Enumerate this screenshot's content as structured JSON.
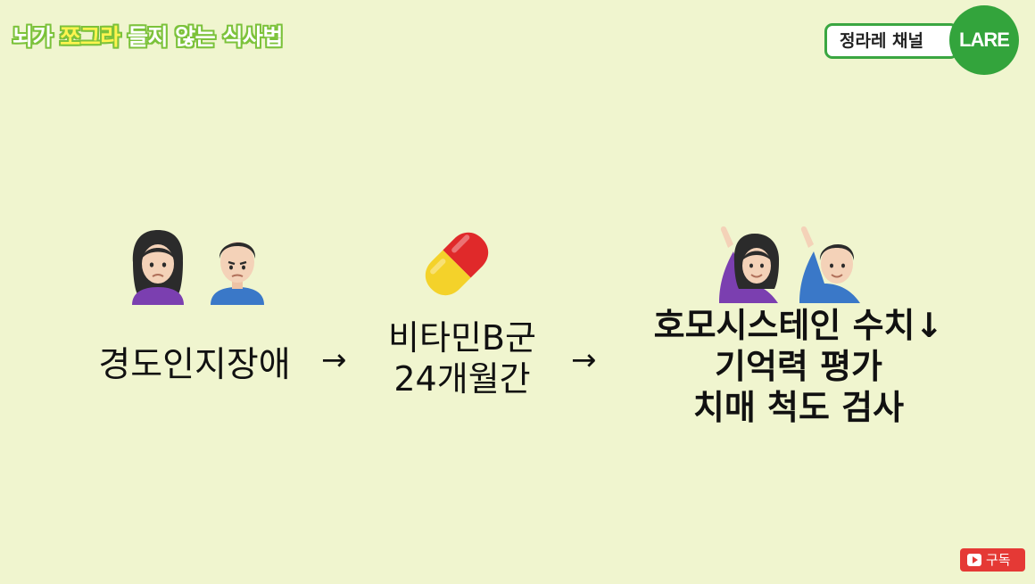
{
  "header": {
    "title_part1": "뇌가 ",
    "title_highlight": "쪼그라",
    "title_part2": " 들지 않는 식사법",
    "channel_name": "정라레 채널",
    "logo_text": "LARE"
  },
  "flow": {
    "step1": {
      "label": "경도인지장애",
      "icons": [
        "woman-frowning-icon",
        "man-frowning-icon"
      ]
    },
    "arrow1": "→",
    "step2": {
      "line1": "비타민B군",
      "line2": "24개월간",
      "icons": [
        "pill-capsule-icon"
      ]
    },
    "arrow2": "→",
    "step3": {
      "line1": "호모시스테인 수치↓",
      "line2": "기억력 평가",
      "line3": "치매 척도 검사",
      "icons": [
        "woman-raising-hand-icon",
        "man-raising-hand-icon"
      ]
    }
  },
  "subscribe": {
    "label": "구독"
  },
  "colors": {
    "background": "#f0f5cf",
    "accent_green": "#33a43c",
    "subscribe_red": "#e53935"
  }
}
